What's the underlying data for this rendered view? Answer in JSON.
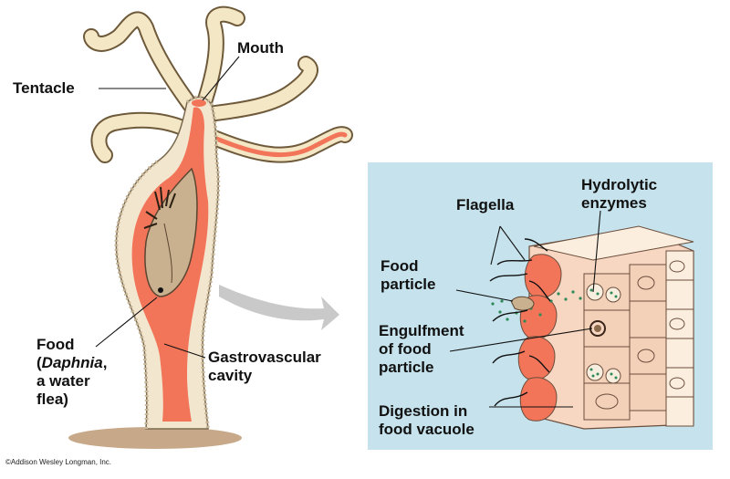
{
  "figure": {
    "labels": {
      "tentacle": "Tentacle",
      "mouth": "Mouth",
      "food": [
        "Food",
        "(Daphnia,",
        "a water",
        "flea)"
      ],
      "gastrovascular": [
        "Gastrovascular",
        "cavity"
      ],
      "flagella": "Flagella",
      "hydrolytic": [
        "Hydrolytic",
        "enzymes"
      ],
      "food_particle": [
        "Food",
        "particle"
      ],
      "engulfment": [
        "Engulfment",
        "of food",
        "particle"
      ],
      "digestion": [
        "Digestion in",
        "food vacuole"
      ]
    },
    "credit": "©Addison Wesley Longman, Inc."
  },
  "colors": {
    "inset_bg": "#c6e2ec",
    "tissue": "#f3e6cf",
    "cavity": "#f2755a",
    "tentacle": "#f4e7c6",
    "prey": "#c9b08e",
    "arrow": "#c9c9c9"
  }
}
